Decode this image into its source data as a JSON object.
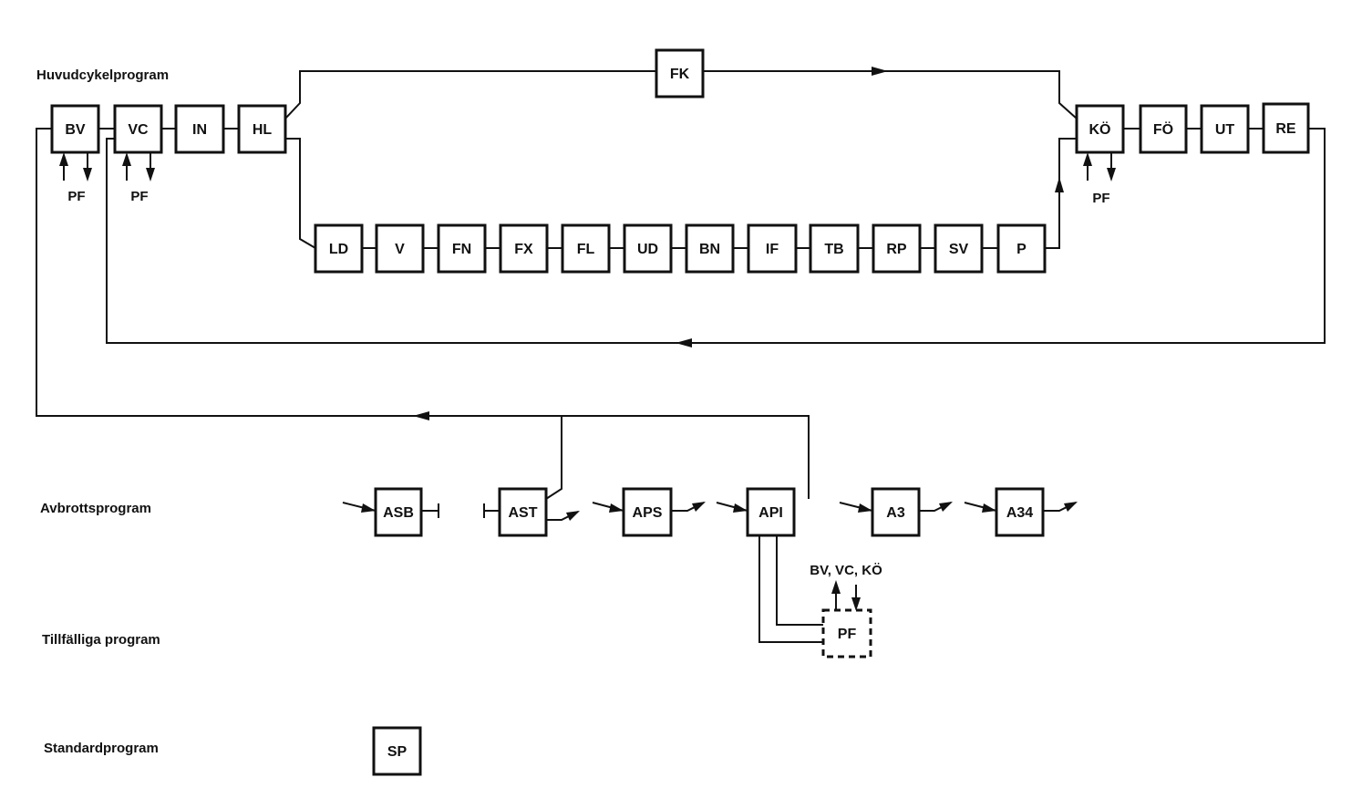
{
  "sections": {
    "main_cycle": "Huvudcykelprogram",
    "interrupt": "Avbrottsprogram",
    "temporary": "Tillfälliga program",
    "standard": "Standardprogram"
  },
  "blocks": {
    "BV": "BV",
    "VC": "VC",
    "IN": "IN",
    "HL": "HL",
    "FK": "FK",
    "KO": "KÖ",
    "FO": "FÖ",
    "UT": "UT",
    "RE": "RE",
    "LD": "LD",
    "V": "V",
    "FN": "FN",
    "FX": "FX",
    "FL": "FL",
    "UD": "UD",
    "BN": "BN",
    "IF": "IF",
    "TB": "TB",
    "RP": "RP",
    "SV": "SV",
    "P": "P",
    "ASB": "ASB",
    "AST": "AST",
    "APS": "APS",
    "API": "API",
    "A3": "A3",
    "A34": "A34",
    "PF": "PF",
    "SP": "SP"
  },
  "annotations": {
    "pf_bv": "PF",
    "pf_vc": "PF",
    "pf_ko": "PF",
    "api_targets": "BV, VC, KÖ"
  }
}
